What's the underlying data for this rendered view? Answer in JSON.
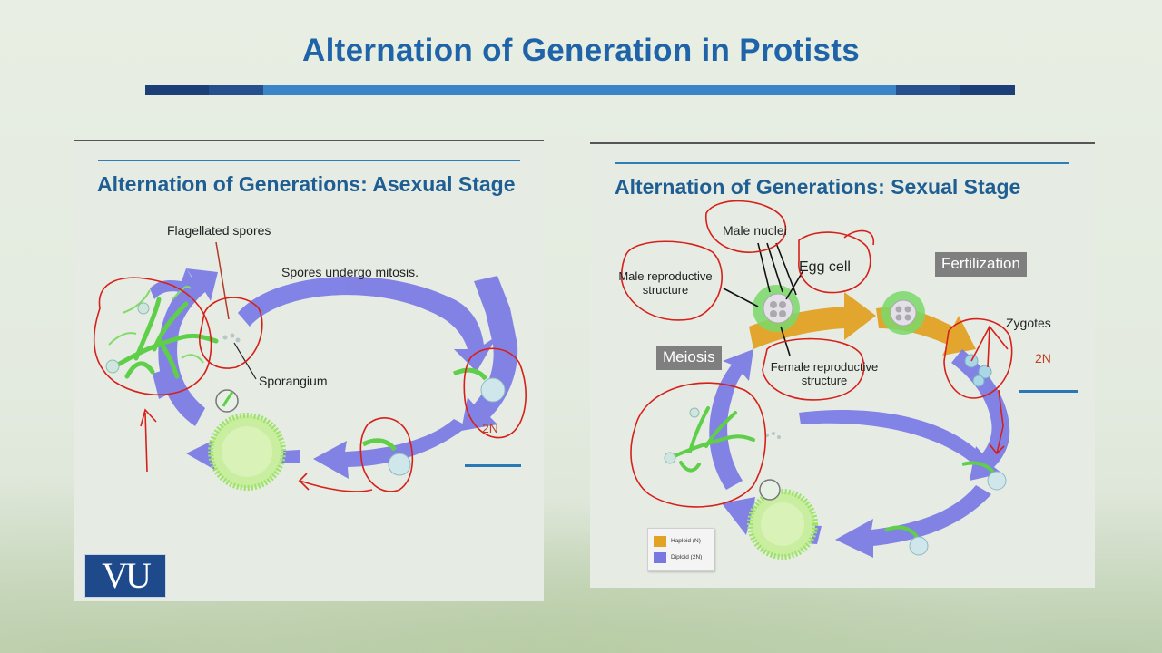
{
  "slide": {
    "title": "Alternation of Generation in Protists",
    "logo_text": "VU"
  },
  "left_panel": {
    "title": "Alternation of Generations: Asexual Stage",
    "labels": {
      "flagellated_spores": "Flagellated spores",
      "spores_mitosis": "Spores undergo mitosis.",
      "sporangium": "Sporangium",
      "ploidy": "2N"
    }
  },
  "right_panel": {
    "title": "Alternation of Generations: Sexual Stage",
    "labels": {
      "male_nuclei": "Male nuclei",
      "egg_cell": "Egg cell",
      "male_repro": "Male reproductive structure",
      "female_repro": "Female reproductive structure",
      "fertilization": "Fertilization",
      "zygotes": "Zygotes",
      "meiosis": "Meiosis",
      "ploidy": "2N"
    },
    "legend": [
      {
        "label": "Haploid (N)",
        "color": "#e2a224"
      },
      {
        "label": "Diploid (2N)",
        "color": "#7878e0"
      }
    ]
  },
  "colors": {
    "title": "#1f64a8",
    "diploid_arrow": "#7a7ae6",
    "haploid_arrow": "#e2a224",
    "annotation": "#d6201a",
    "organism": "#5fcf4a"
  }
}
